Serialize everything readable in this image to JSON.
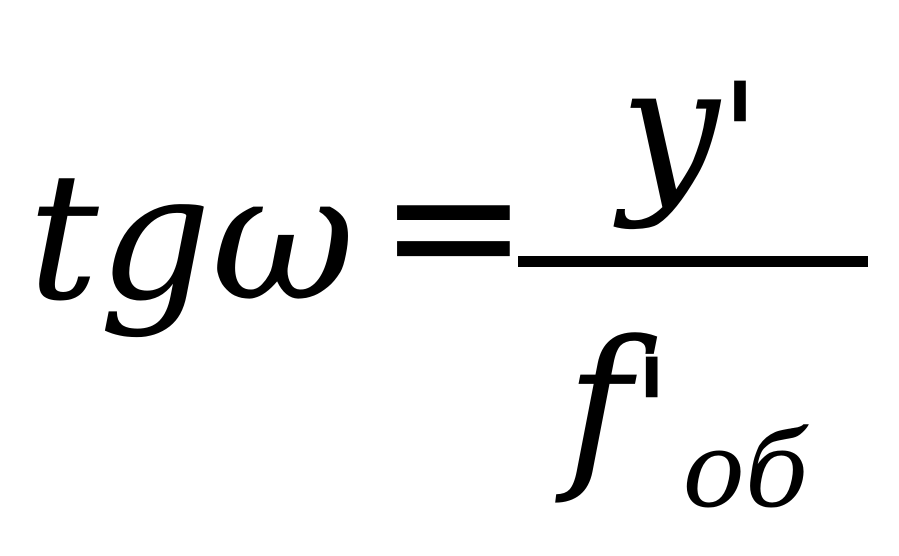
{
  "formula": {
    "lhs": "tgω",
    "equals": "=",
    "numerator": {
      "base": "y",
      "prime": "'"
    },
    "denominator": {
      "base": "f",
      "prime": "'",
      "subscript": "об"
    }
  }
}
